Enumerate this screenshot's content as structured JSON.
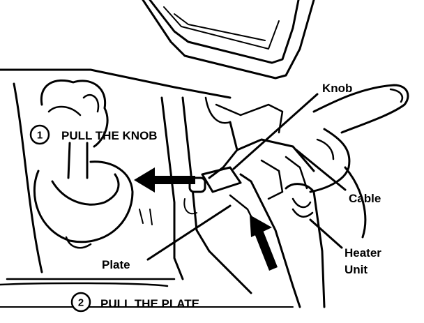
{
  "steps": [
    {
      "number": "1",
      "label": "PULL THE KNOB"
    },
    {
      "number": "2",
      "label": "PULL THE PLATE"
    }
  ],
  "callouts": {
    "knob": "Knob",
    "cable": "Cable",
    "heater_unit_line1": "Heater",
    "heater_unit_line2": "Unit",
    "plate": "Plate"
  },
  "colors": {
    "ink": "#000000",
    "background": "#ffffff"
  }
}
